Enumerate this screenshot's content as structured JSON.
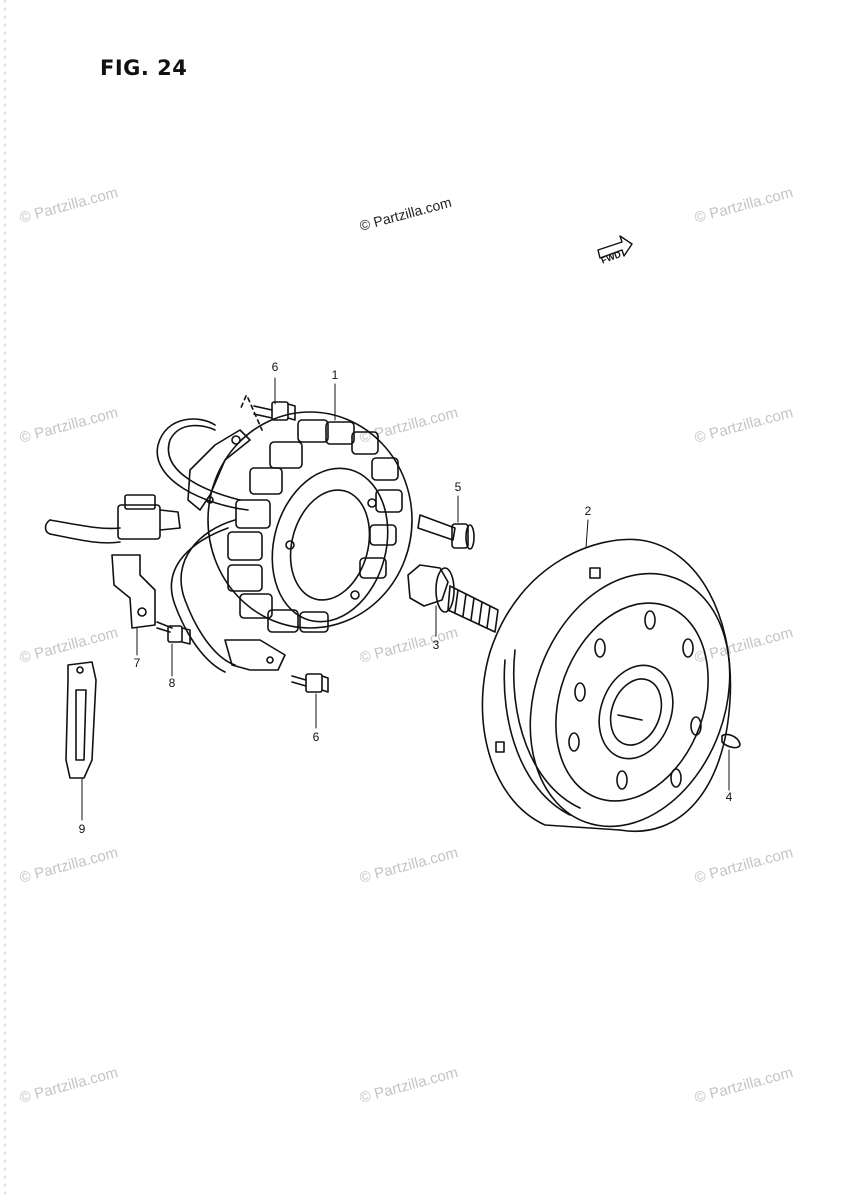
{
  "figure": {
    "title": "FIG. 24",
    "fwd_label": "FWD"
  },
  "watermark": {
    "text": "© Partzilla.com"
  },
  "callouts": [
    {
      "id": "1",
      "label": "1"
    },
    {
      "id": "2",
      "label": "2"
    },
    {
      "id": "3",
      "label": "3"
    },
    {
      "id": "4",
      "label": "4"
    },
    {
      "id": "5",
      "label": "5"
    },
    {
      "id": "6a",
      "label": "6"
    },
    {
      "id": "6b",
      "label": "6"
    },
    {
      "id": "7",
      "label": "7"
    },
    {
      "id": "8",
      "label": "8"
    },
    {
      "id": "9",
      "label": "9"
    }
  ]
}
